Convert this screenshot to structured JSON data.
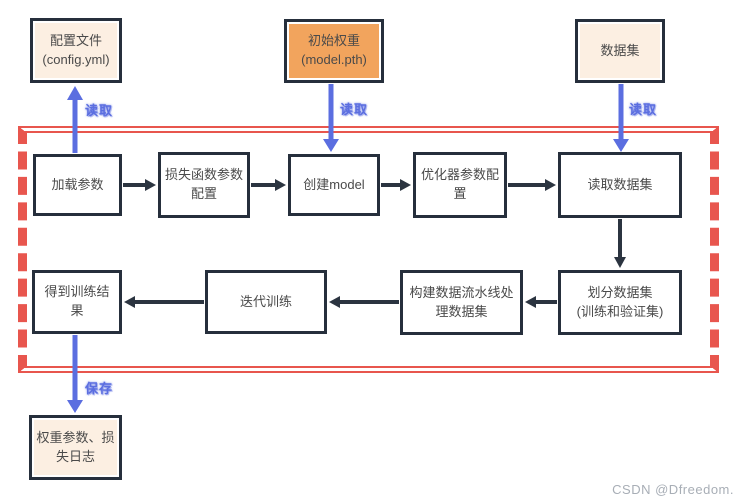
{
  "diagram": {
    "title": "model training pipeline flowchart",
    "colors": {
      "background": "#ffffff",
      "region_border_red": "#e8564e",
      "node_border_dark": "#262f3c",
      "node_fill_peach": "#fcefe2",
      "node_fill_orange": "#f2a45d",
      "node_fill_white": "#ffffff",
      "arrow_dark": "#2b3440",
      "arrow_blue": "#5b6ee0",
      "text_gray": "#4a4a4a",
      "watermark_gray": "#a8aeb6"
    },
    "nodes": {
      "config": {
        "label": "配置文件\n(config.yml)"
      },
      "init_weights": {
        "label": "初始权重\n(model.pth)"
      },
      "dataset": {
        "label": "数据集"
      },
      "load_params": {
        "label": "加载参数"
      },
      "loss_config": {
        "label": "损失函数参数配置"
      },
      "create_model": {
        "label": "创建model"
      },
      "optimizer_config": {
        "label": "优化器参数配置"
      },
      "read_dataset": {
        "label": "读取数据集"
      },
      "split_dataset": {
        "label": "划分数据集\n(训练和验证集)"
      },
      "build_pipeline": {
        "label": "构建数据流水线处理数据集"
      },
      "iterate_train": {
        "label": "迭代训练"
      },
      "train_result": {
        "label": "得到训练结果"
      },
      "output_files": {
        "label": "权重参数、损失日志"
      }
    },
    "edge_labels": {
      "config_read": "读取",
      "weights_read": "读取",
      "dataset_read": "读取",
      "result_save": "保存"
    },
    "watermark": "CSDN @Dfreedom."
  }
}
